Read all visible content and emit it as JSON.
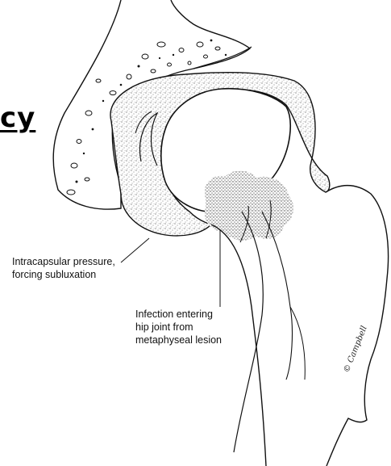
{
  "heading": {
    "fragment": "cy"
  },
  "labels": {
    "pressure": [
      "Intracapsular pressure,",
      "forcing subluxation"
    ],
    "infection": [
      "Infection entering",
      "hip joint from",
      "metaphyseal lesion"
    ]
  },
  "signature": "© Campbell",
  "colors": {
    "ink": "#111111",
    "stipple": "#555555",
    "background": "#ffffff"
  }
}
